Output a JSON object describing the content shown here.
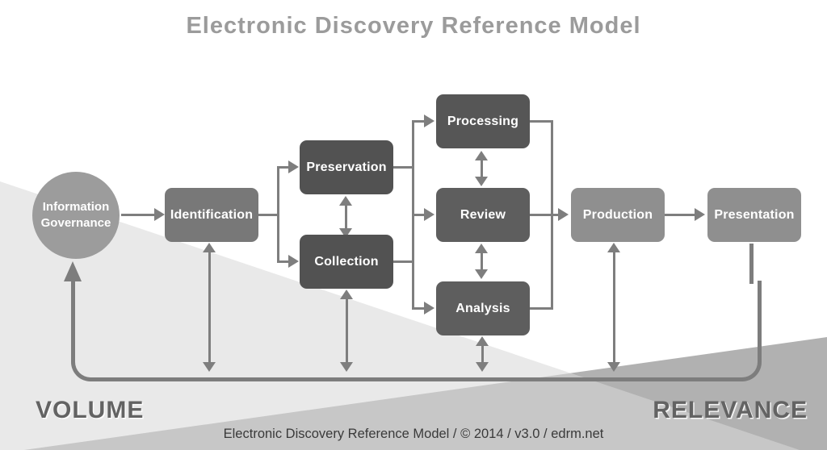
{
  "title": "Electronic Discovery Reference Model",
  "nodes": {
    "information_governance": {
      "label": "Information Governance"
    },
    "identification": {
      "label": "Identification"
    },
    "preservation": {
      "label": "Preservation"
    },
    "collection": {
      "label": "Collection"
    },
    "processing": {
      "label": "Processing"
    },
    "review": {
      "label": "Review"
    },
    "analysis": {
      "label": "Analysis"
    },
    "production": {
      "label": "Production"
    },
    "presentation": {
      "label": "Presentation"
    }
  },
  "edges": {
    "directed": [
      "information_governance -> identification",
      "identification -> preservation",
      "identification -> collection",
      "preservation -> processing",
      "preservation -> review",
      "preservation -> analysis",
      "collection -> processing",
      "collection -> review",
      "collection -> analysis",
      "processing -> production",
      "review -> production",
      "analysis -> production",
      "production -> presentation",
      "presentation -> feedback_loop -> information_governance"
    ],
    "bidirectional": [
      "preservation <-> collection",
      "processing <-> review",
      "review <-> analysis",
      "identification <-> feedback_loop",
      "collection <-> feedback_loop",
      "analysis <-> feedback_loop",
      "production <-> feedback_loop"
    ]
  },
  "axes": {
    "left": "VOLUME",
    "right": "RELEVANCE"
  },
  "footer": "Electronic Discovery Reference Model / © 2014 / v3.0 / edrm.net",
  "palette": {
    "title": "#9b9b9b",
    "circle": "#9c9c9c",
    "box_dark": "#525252",
    "box_mid": "#5e5e5e",
    "box_identification": "#787878",
    "box_light": "#8f8f8f",
    "connector": "#7e7e7e",
    "feedback_loop": "#7d7d7d",
    "wedge_left": "#e9e9e9",
    "wedge_right": "#b1b1b1",
    "axis_text": "#636363",
    "footer_text": "#3a3a3a"
  }
}
